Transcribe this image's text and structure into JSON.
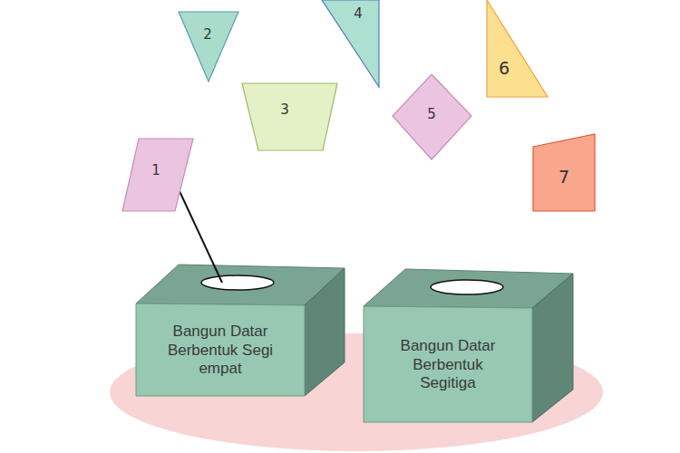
{
  "diagram": {
    "nodes": [
      {
        "text": [
          "1"
        ]
      },
      {
        "text": [
          "2"
        ]
      },
      {
        "text": [
          "3"
        ]
      },
      {
        "text": [
          "4"
        ]
      },
      {
        "text": [
          "5"
        ]
      },
      {
        "text": [
          "6"
        ]
      },
      {
        "text": [
          "7"
        ]
      },
      {
        "text": [
          "Bangun Datar Berbentuk Segi empat"
        ]
      },
      {
        "text": [
          "Bangun Datar Berbentuk Segitiga"
        ]
      }
    ],
    "edges": [
      {
        "from": 0,
        "to": 7,
        "arrow": "none"
      }
    ]
  }
}
